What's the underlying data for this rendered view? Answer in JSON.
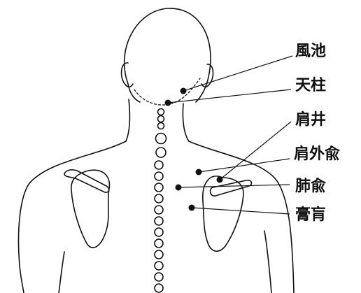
{
  "labels": {
    "fengchi": "風池",
    "tianzhu": "天柱",
    "jianjing": "肩井",
    "jianwaishu": "肩外兪",
    "feishu": "肺兪",
    "gaohuang": "膏肓"
  },
  "colors": {
    "ink": "#111111",
    "background": "#ffffff"
  }
}
